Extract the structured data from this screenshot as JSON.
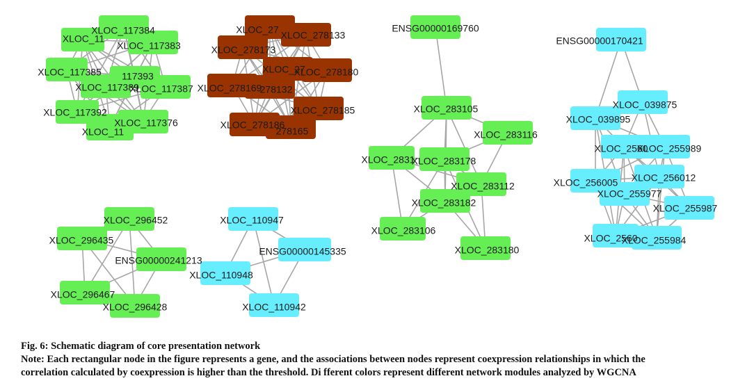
{
  "colors": {
    "green": "#66ee55",
    "brown": "#993300",
    "cyan": "#66eeff",
    "edge": "#a6a6a6",
    "label": "#1a1a1a"
  },
  "nodes": [
    {
      "id": "g1_a",
      "label": "XLOC_117384",
      "color": "green"
    },
    {
      "id": "g1_b",
      "label": "XLOC_11",
      "color": "green"
    },
    {
      "id": "g1_c",
      "label": "XLOC_117383",
      "color": "green"
    },
    {
      "id": "g1_d",
      "label": "XLOC_117385",
      "color": "green"
    },
    {
      "id": "g1_e",
      "label": "117393",
      "color": "green"
    },
    {
      "id": "g1_f",
      "label": "XLOC_117389",
      "color": "green"
    },
    {
      "id": "g1_g",
      "label": "XLOC_117387",
      "color": "green"
    },
    {
      "id": "g1_h",
      "label": "XLOC_117392",
      "color": "green"
    },
    {
      "id": "g1_i",
      "label": "XLOC_117376",
      "color": "green"
    },
    {
      "id": "g1_j",
      "label": "XLOC_11",
      "color": "green"
    },
    {
      "id": "b_a",
      "label": "XLOC_27",
      "color": "brown"
    },
    {
      "id": "b_b",
      "label": "XLOC_278133",
      "color": "brown"
    },
    {
      "id": "b_c",
      "label": "XLOC_278173",
      "color": "brown"
    },
    {
      "id": "b_d",
      "label": "XLOC_27",
      "color": "brown"
    },
    {
      "id": "b_e",
      "label": "XLOC_278180",
      "color": "brown"
    },
    {
      "id": "b_f",
      "label": "XLOC_278169",
      "color": "brown"
    },
    {
      "id": "b_g",
      "label": "278132",
      "color": "brown"
    },
    {
      "id": "b_h",
      "label": "XLOC_278185",
      "color": "brown"
    },
    {
      "id": "b_i",
      "label": "XLOC_278186",
      "color": "brown"
    },
    {
      "id": "b_j",
      "label": "278165",
      "color": "brown"
    },
    {
      "id": "g3_a",
      "label": "ENSG00000169760",
      "color": "green"
    },
    {
      "id": "g3_b",
      "label": "XLOC_283105",
      "color": "green"
    },
    {
      "id": "g3_c",
      "label": "XLOC_283116",
      "color": "green"
    },
    {
      "id": "g3_d",
      "label": "XLOC_2831",
      "color": "green"
    },
    {
      "id": "g3_e",
      "label": "XLOC_283178",
      "color": "green"
    },
    {
      "id": "g3_f",
      "label": "XLOC_283112",
      "color": "green"
    },
    {
      "id": "g3_g",
      "label": "XLOC_283182",
      "color": "green"
    },
    {
      "id": "g3_h",
      "label": "XLOC_283106",
      "color": "green"
    },
    {
      "id": "g3_i",
      "label": "XLOC_283180",
      "color": "green"
    },
    {
      "id": "c4_a",
      "label": "ENSG00000170421",
      "color": "cyan"
    },
    {
      "id": "c4_b",
      "label": "XLOC_039875",
      "color": "cyan"
    },
    {
      "id": "c4_c",
      "label": "XLOC_039895",
      "color": "cyan"
    },
    {
      "id": "c4_d",
      "label": "XLOC_2560",
      "color": "cyan"
    },
    {
      "id": "c4_e",
      "label": "XLOC_255989",
      "color": "cyan"
    },
    {
      "id": "c4_f",
      "label": "XLOC_256012",
      "color": "cyan"
    },
    {
      "id": "c4_g",
      "label": "XLOC_256005",
      "color": "cyan"
    },
    {
      "id": "c4_h",
      "label": "XLOC_255977",
      "color": "cyan"
    },
    {
      "id": "c4_i",
      "label": "XLOC_255987",
      "color": "cyan"
    },
    {
      "id": "c4_j",
      "label": "XLOC_2560",
      "color": "cyan"
    },
    {
      "id": "c4_k",
      "label": "XLOC_255984",
      "color": "cyan"
    },
    {
      "id": "g5_a",
      "label": "XLOC_296452",
      "color": "green"
    },
    {
      "id": "g5_b",
      "label": "XLOC_296435",
      "color": "green"
    },
    {
      "id": "g5_c",
      "label": "ENSG00000241213",
      "color": "green"
    },
    {
      "id": "g5_d",
      "label": "XLOC_296467",
      "color": "green"
    },
    {
      "id": "g5_e",
      "label": "XLOC_296428",
      "color": "green"
    },
    {
      "id": "c6_a",
      "label": "XLOC_110947",
      "color": "cyan"
    },
    {
      "id": "c6_b",
      "label": "ENSG00000145335",
      "color": "cyan"
    },
    {
      "id": "c6_c",
      "label": "XLOC_110948",
      "color": "cyan"
    },
    {
      "id": "c6_d",
      "label": "XLOC_110942",
      "color": "cyan"
    }
  ],
  "edges": [
    [
      "g1_a",
      "g1_b"
    ],
    [
      "g1_a",
      "g1_c"
    ],
    [
      "g1_a",
      "g1_d"
    ],
    [
      "g1_a",
      "g1_e"
    ],
    [
      "g1_a",
      "g1_f"
    ],
    [
      "g1_a",
      "g1_g"
    ],
    [
      "g1_a",
      "g1_h"
    ],
    [
      "g1_a",
      "g1_i"
    ],
    [
      "g1_b",
      "g1_c"
    ],
    [
      "g1_b",
      "g1_d"
    ],
    [
      "g1_b",
      "g1_e"
    ],
    [
      "g1_b",
      "g1_f"
    ],
    [
      "g1_b",
      "g1_g"
    ],
    [
      "g1_b",
      "g1_h"
    ],
    [
      "g1_b",
      "g1_i"
    ],
    [
      "g1_b",
      "g1_j"
    ],
    [
      "g1_c",
      "g1_d"
    ],
    [
      "g1_c",
      "g1_e"
    ],
    [
      "g1_c",
      "g1_f"
    ],
    [
      "g1_c",
      "g1_g"
    ],
    [
      "g1_c",
      "g1_h"
    ],
    [
      "g1_c",
      "g1_i"
    ],
    [
      "g1_c",
      "g1_j"
    ],
    [
      "g1_d",
      "g1_e"
    ],
    [
      "g1_d",
      "g1_f"
    ],
    [
      "g1_d",
      "g1_g"
    ],
    [
      "g1_d",
      "g1_h"
    ],
    [
      "g1_d",
      "g1_i"
    ],
    [
      "g1_d",
      "g1_j"
    ],
    [
      "g1_e",
      "g1_f"
    ],
    [
      "g1_e",
      "g1_g"
    ],
    [
      "g1_e",
      "g1_h"
    ],
    [
      "g1_e",
      "g1_i"
    ],
    [
      "g1_e",
      "g1_j"
    ],
    [
      "g1_f",
      "g1_g"
    ],
    [
      "g1_f",
      "g1_h"
    ],
    [
      "g1_f",
      "g1_i"
    ],
    [
      "g1_f",
      "g1_j"
    ],
    [
      "g1_g",
      "g1_h"
    ],
    [
      "g1_g",
      "g1_i"
    ],
    [
      "g1_g",
      "g1_j"
    ],
    [
      "g1_h",
      "g1_i"
    ],
    [
      "g1_h",
      "g1_j"
    ],
    [
      "g1_i",
      "g1_j"
    ],
    [
      "b_a",
      "b_b"
    ],
    [
      "b_a",
      "b_c"
    ],
    [
      "b_a",
      "b_d"
    ],
    [
      "b_a",
      "b_e"
    ],
    [
      "b_a",
      "b_f"
    ],
    [
      "b_a",
      "b_g"
    ],
    [
      "b_a",
      "b_h"
    ],
    [
      "b_a",
      "b_i"
    ],
    [
      "b_a",
      "b_j"
    ],
    [
      "b_b",
      "b_c"
    ],
    [
      "b_b",
      "b_d"
    ],
    [
      "b_b",
      "b_e"
    ],
    [
      "b_b",
      "b_f"
    ],
    [
      "b_b",
      "b_g"
    ],
    [
      "b_b",
      "b_h"
    ],
    [
      "b_b",
      "b_i"
    ],
    [
      "b_b",
      "b_j"
    ],
    [
      "b_c",
      "b_d"
    ],
    [
      "b_c",
      "b_e"
    ],
    [
      "b_c",
      "b_f"
    ],
    [
      "b_c",
      "b_g"
    ],
    [
      "b_c",
      "b_h"
    ],
    [
      "b_c",
      "b_i"
    ],
    [
      "b_c",
      "b_j"
    ],
    [
      "b_d",
      "b_e"
    ],
    [
      "b_d",
      "b_f"
    ],
    [
      "b_d",
      "b_g"
    ],
    [
      "b_d",
      "b_h"
    ],
    [
      "b_d",
      "b_i"
    ],
    [
      "b_d",
      "b_j"
    ],
    [
      "b_e",
      "b_f"
    ],
    [
      "b_e",
      "b_g"
    ],
    [
      "b_e",
      "b_h"
    ],
    [
      "b_e",
      "b_i"
    ],
    [
      "b_e",
      "b_j"
    ],
    [
      "b_f",
      "b_g"
    ],
    [
      "b_f",
      "b_h"
    ],
    [
      "b_f",
      "b_i"
    ],
    [
      "b_f",
      "b_j"
    ],
    [
      "b_g",
      "b_h"
    ],
    [
      "b_g",
      "b_i"
    ],
    [
      "b_g",
      "b_j"
    ],
    [
      "b_h",
      "b_i"
    ],
    [
      "b_h",
      "b_j"
    ],
    [
      "b_i",
      "b_j"
    ],
    [
      "g3_a",
      "g3_b"
    ],
    [
      "g3_b",
      "g3_c"
    ],
    [
      "g3_b",
      "g3_d"
    ],
    [
      "g3_b",
      "g3_e"
    ],
    [
      "g3_b",
      "g3_f"
    ],
    [
      "g3_b",
      "g3_g"
    ],
    [
      "g3_c",
      "g3_e"
    ],
    [
      "g3_c",
      "g3_f"
    ],
    [
      "g3_d",
      "g3_e"
    ],
    [
      "g3_d",
      "g3_f"
    ],
    [
      "g3_d",
      "g3_g"
    ],
    [
      "g3_d",
      "g3_h"
    ],
    [
      "g3_e",
      "g3_f"
    ],
    [
      "g3_e",
      "g3_g"
    ],
    [
      "g3_e",
      "g3_h"
    ],
    [
      "g3_e",
      "g3_i"
    ],
    [
      "g3_f",
      "g3_g"
    ],
    [
      "g3_f",
      "g3_i"
    ],
    [
      "g3_g",
      "g3_h"
    ],
    [
      "g3_g",
      "g3_i"
    ],
    [
      "c4_a",
      "c4_b"
    ],
    [
      "c4_a",
      "c4_c"
    ],
    [
      "c4_b",
      "c4_c"
    ],
    [
      "c4_b",
      "c4_d"
    ],
    [
      "c4_b",
      "c4_e"
    ],
    [
      "c4_b",
      "c4_f"
    ],
    [
      "c4_c",
      "c4_d"
    ],
    [
      "c4_c",
      "c4_e"
    ],
    [
      "c4_c",
      "c4_g"
    ],
    [
      "c4_c",
      "c4_h"
    ],
    [
      "c4_c",
      "c4_j"
    ],
    [
      "c4_d",
      "c4_e"
    ],
    [
      "c4_d",
      "c4_f"
    ],
    [
      "c4_d",
      "c4_g"
    ],
    [
      "c4_d",
      "c4_h"
    ],
    [
      "c4_d",
      "c4_i"
    ],
    [
      "c4_d",
      "c4_j"
    ],
    [
      "c4_d",
      "c4_k"
    ],
    [
      "c4_e",
      "c4_f"
    ],
    [
      "c4_e",
      "c4_g"
    ],
    [
      "c4_e",
      "c4_h"
    ],
    [
      "c4_e",
      "c4_i"
    ],
    [
      "c4_e",
      "c4_k"
    ],
    [
      "c4_f",
      "c4_g"
    ],
    [
      "c4_f",
      "c4_h"
    ],
    [
      "c4_f",
      "c4_i"
    ],
    [
      "c4_f",
      "c4_j"
    ],
    [
      "c4_f",
      "c4_k"
    ],
    [
      "c4_g",
      "c4_h"
    ],
    [
      "c4_g",
      "c4_j"
    ],
    [
      "c4_g",
      "c4_k"
    ],
    [
      "c4_h",
      "c4_i"
    ],
    [
      "c4_h",
      "c4_j"
    ],
    [
      "c4_h",
      "c4_k"
    ],
    [
      "c4_i",
      "c4_j"
    ],
    [
      "c4_i",
      "c4_k"
    ],
    [
      "c4_j",
      "c4_k"
    ],
    [
      "g5_a",
      "g5_b"
    ],
    [
      "g5_a",
      "g5_c"
    ],
    [
      "g5_a",
      "g5_d"
    ],
    [
      "g5_a",
      "g5_e"
    ],
    [
      "g5_b",
      "g5_c"
    ],
    [
      "g5_b",
      "g5_d"
    ],
    [
      "g5_b",
      "g5_e"
    ],
    [
      "g5_c",
      "g5_d"
    ],
    [
      "g5_c",
      "g5_e"
    ],
    [
      "g5_d",
      "g5_e"
    ],
    [
      "c6_a",
      "c6_b"
    ],
    [
      "c6_a",
      "c6_c"
    ],
    [
      "c6_a",
      "c6_d"
    ],
    [
      "c6_b",
      "c6_c"
    ],
    [
      "c6_b",
      "c6_d"
    ],
    [
      "c6_c",
      "c6_d"
    ]
  ],
  "caption": {
    "title": "Fig. 6: Schematic diagram of core presentation network",
    "note_line1": "Note: Each rectangular node in the figure represents a gene, and the associations between nodes represent coexpression relationships in which the",
    "note_line2": "correlation calculated by coexpression is higher than the threshold. Di fferent colors represent different network modules analyzed by WGCNA"
  }
}
